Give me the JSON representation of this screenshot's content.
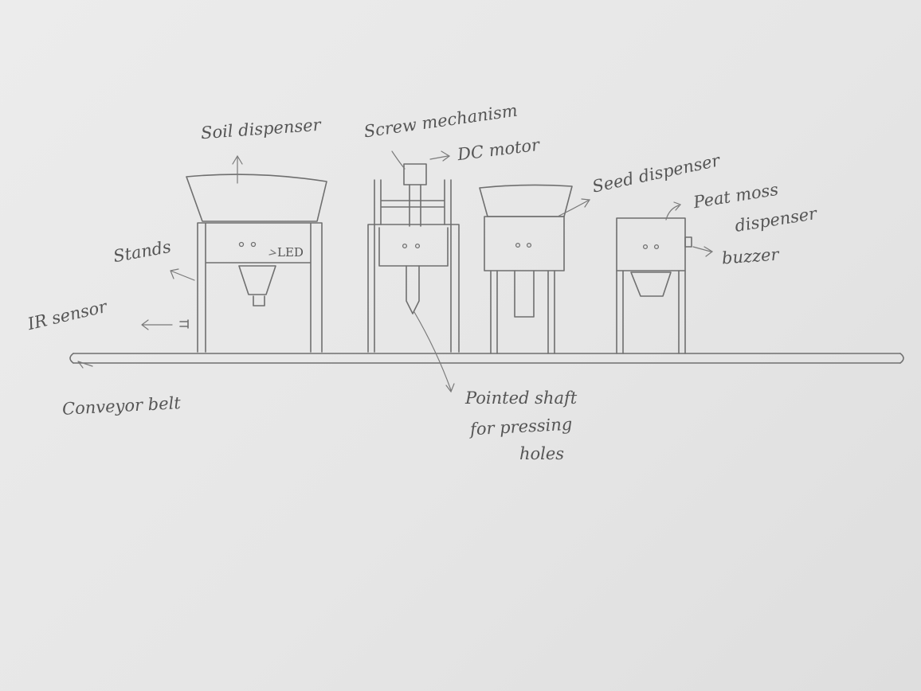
{
  "labels": {
    "soil_dispenser": "Soil dispenser",
    "screw_mechanism": "Screw mechanism",
    "dc_motor": "DC motor",
    "seed_dispenser": "Seed dispenser",
    "peat_moss_line1": "Peat moss",
    "peat_moss_line2": "dispenser",
    "buzzer": "buzzer",
    "stands": "Stands",
    "led": "LED",
    "ir_sensor": "IR sensor",
    "conveyor_belt": "Conveyor belt",
    "pointed_shaft_line1": "Pointed shaft",
    "pointed_shaft_line2": "for pressing",
    "pointed_shaft_line3": "holes"
  }
}
